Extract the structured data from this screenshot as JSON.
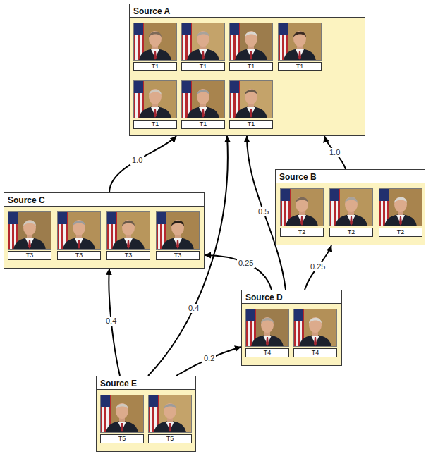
{
  "diagram": {
    "nodes": [
      {
        "text": [
          "Source A"
        ]
      },
      {
        "text": [
          "T1"
        ],
        "in": 0
      },
      {
        "text": [
          "T1"
        ],
        "in": 0
      },
      {
        "text": [
          "T1"
        ],
        "in": 0
      },
      {
        "text": [
          "T1"
        ],
        "in": 0
      },
      {
        "text": [
          "T1"
        ],
        "in": 0
      },
      {
        "text": [
          "T1"
        ],
        "in": 0
      },
      {
        "text": [
          "T1"
        ],
        "in": 0
      },
      {
        "text": [
          "Source B"
        ]
      },
      {
        "text": [
          "T2"
        ],
        "in": 8
      },
      {
        "text": [
          "T2"
        ],
        "in": 8
      },
      {
        "text": [
          "T2"
        ],
        "in": 8
      },
      {
        "text": [
          "Source C"
        ]
      },
      {
        "text": [
          "T3"
        ],
        "in": 12
      },
      {
        "text": [
          "T3"
        ],
        "in": 12
      },
      {
        "text": [
          "T3"
        ],
        "in": 12
      },
      {
        "text": [
          "T3"
        ],
        "in": 12
      },
      {
        "text": [
          "Source D"
        ]
      },
      {
        "text": [
          "T4"
        ],
        "in": 17
      },
      {
        "text": [
          "T4"
        ],
        "in": 17
      },
      {
        "text": [
          "Source E"
        ]
      },
      {
        "text": [
          "T5"
        ],
        "in": 20
      },
      {
        "text": [
          "T5"
        ],
        "in": 20
      }
    ],
    "edges": [
      {
        "from": 12,
        "to": 0,
        "label": "1.0",
        "arrow": "to"
      },
      {
        "from": 8,
        "to": 0,
        "label": "1.0",
        "arrow": "to"
      },
      {
        "from": 17,
        "to": 0,
        "label": "0.5",
        "arrow": "to"
      },
      {
        "from": 17,
        "to": 12,
        "label": "0.25",
        "arrow": "to"
      },
      {
        "from": 17,
        "to": 8,
        "label": "0.25",
        "arrow": "to"
      },
      {
        "from": 20,
        "to": 12,
        "label": "0.4",
        "arrow": "to"
      },
      {
        "from": 20,
        "to": 0,
        "label": "0.4",
        "arrow": "to"
      },
      {
        "from": 20,
        "to": 17,
        "label": "0.2",
        "arrow": "to"
      }
    ]
  }
}
